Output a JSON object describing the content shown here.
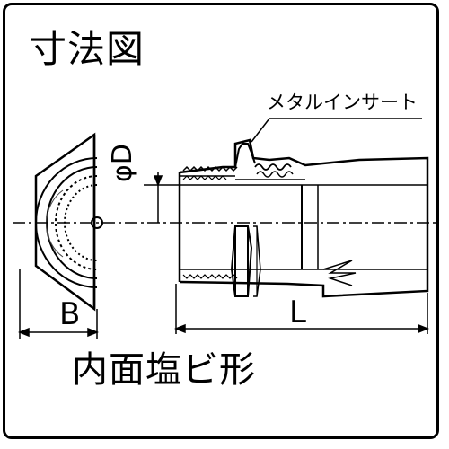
{
  "title": "寸法図",
  "caption": "内面塩ビ形",
  "callout": "メタルインサート",
  "dimension_labels": {
    "b": "B",
    "l": "L",
    "d": "φD"
  }
}
